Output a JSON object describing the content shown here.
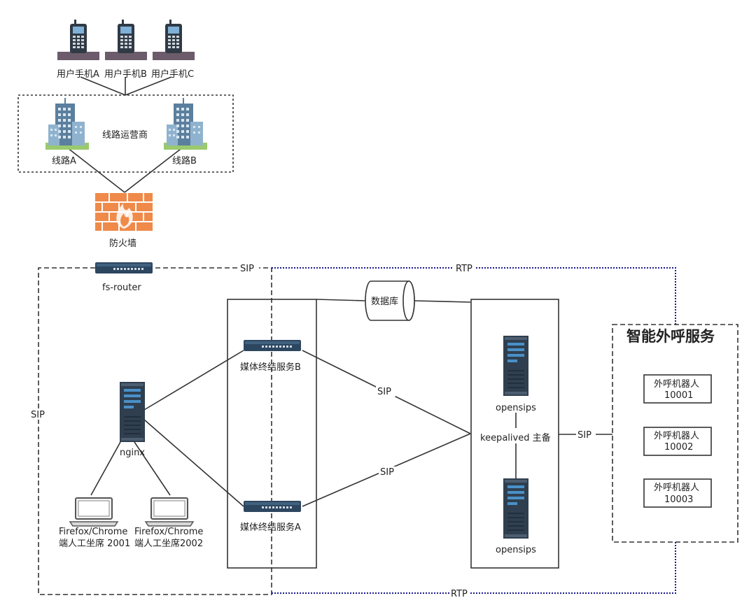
{
  "phones": {
    "a": "用户手机A",
    "b": "用户手机B",
    "c": "用户手机C"
  },
  "carrier": {
    "title": "线路运营商",
    "line_a": "线路A",
    "line_b": "线路B"
  },
  "firewall": {
    "label": "防火墙"
  },
  "router": {
    "label": "fs-router"
  },
  "database": {
    "label": "数据库"
  },
  "media": {
    "b": "媒体终结服务B",
    "a": "媒体终结服务A"
  },
  "nginx": {
    "label": "nginx"
  },
  "clients": {
    "one": {
      "line1": "Firefox/Chrome",
      "line2": "端人工坐席 2001"
    },
    "two": {
      "line1": "Firefox/Chrome",
      "line2": "端人工坐席2002"
    }
  },
  "opensips": {
    "top": "opensips",
    "bottom": "opensips",
    "keepalived": "keepalived 主备"
  },
  "service": {
    "title": "智能外呼服务",
    "robots": [
      {
        "name": "外呼机器人",
        "id": "10001"
      },
      {
        "name": "外呼机器人",
        "id": "10002"
      },
      {
        "name": "外呼机器人",
        "id": "10003"
      }
    ]
  },
  "edges": {
    "sip_top": "SIP",
    "sip_left": "SIP",
    "sip_b": "SIP",
    "sip_a": "SIP",
    "sip_service": "SIP",
    "rtp_top": "RTP",
    "rtp_bottom": "RTP"
  },
  "colors": {
    "rtp_line": "#1a1a8c",
    "firewall": "#ef8a4a",
    "server_dark": "#2f3f4f",
    "server_accent": "#4a90c8"
  }
}
